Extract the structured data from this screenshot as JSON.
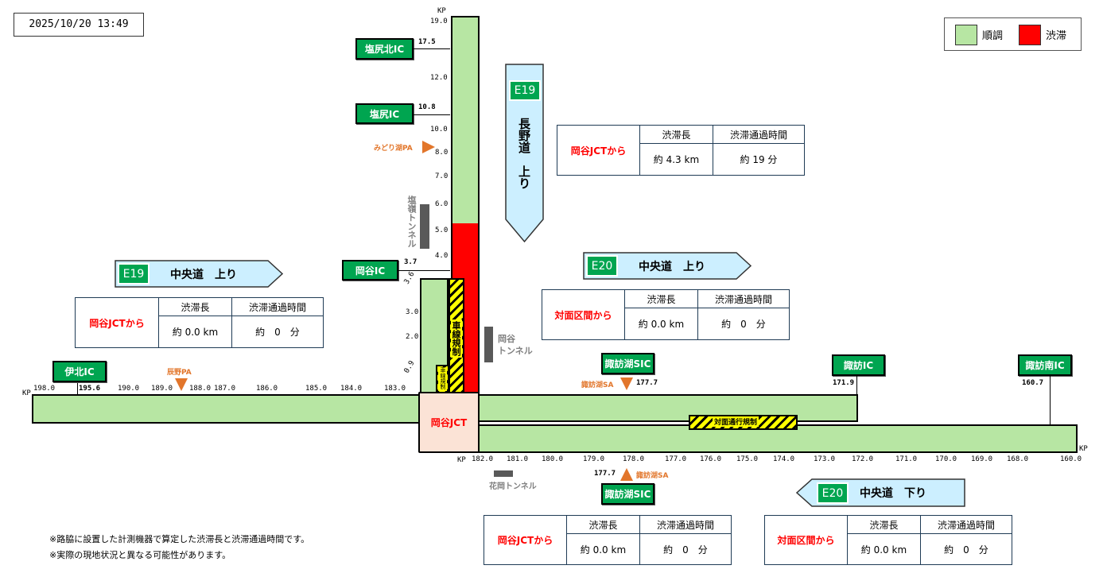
{
  "timestamp": "2025/10/20 13:49",
  "legend": {
    "smooth": "順調",
    "congested": "渋滞",
    "smooth_color": "#b7e6a3",
    "congested_color": "#ff0000"
  },
  "vertical_kp": {
    "kp": "KP",
    "ticks": [
      "19.0",
      "12.0",
      "10.0",
      "8.0",
      "7.0",
      "6.0",
      "5.0",
      "4.0",
      "3.0",
      "2.0"
    ],
    "rot_36": "3.6",
    "rot_09": "0.9"
  },
  "ics_north": [
    {
      "name": "塩尻北IC",
      "kp": "17.5"
    },
    {
      "name": "塩尻IC",
      "kp": "10.8"
    },
    {
      "name": "岡谷IC",
      "kp": "3.7"
    }
  ],
  "midorico_pa": "みどり湖PA",
  "enrei_tunnel": "塩嶺トンネル",
  "okaya_tunnel": [
    "岡谷",
    "トンネル"
  ],
  "lane_restriction": "車線規制",
  "lane_restriction_small": "車線規制",
  "e19_nagano": {
    "badge": "E19",
    "label": "長野道　上り"
  },
  "jct": "岡谷JCT",
  "top_scale": {
    "kp": "KP",
    "ticks": [
      "198.0",
      "195.6",
      "190.0",
      "189.0",
      "188.0",
      "187.0",
      "186.0",
      "185.0",
      "184.0",
      "183.0"
    ]
  },
  "bottom_scale": {
    "kp": "KP",
    "kp_right": "KP",
    "ticks": [
      "182.0",
      "181.0",
      "180.0",
      "179.0",
      "178.0",
      "177.0",
      "176.0",
      "175.0",
      "174.0",
      "173.0",
      "172.0",
      "171.0",
      "170.0",
      "169.0",
      "168.0",
      "160.0"
    ]
  },
  "ikita_ic": "伊北IC",
  "tatsuno_pa": "辰野PA",
  "suwako_sic": "諏訪湖SIC",
  "suwako_sa": "諏訪湖SA",
  "suwako_sa_kp": "177.7",
  "suwa_ic": {
    "name": "諏訪IC",
    "kp": "171.9"
  },
  "suwaminami_ic": {
    "name": "諏訪南IC",
    "kp": "160.7"
  },
  "hanaoka_tunnel": "花岡トンネル",
  "two_way_restriction": "対面通行規制",
  "tables": {
    "header_len": "渋滞長",
    "header_time": "渋滞通過時間",
    "e19_nagano": {
      "from": "岡谷JCTから",
      "len": "約 4.3 km",
      "time": "約 19 分"
    },
    "e20_up": {
      "from": "対面区間から",
      "len": "約 0.0 km",
      "time": "約　0　分"
    },
    "e19_chuo_up": {
      "from": "岡谷JCTから",
      "len": "約 0.0 km",
      "time": "約　0　分"
    },
    "e20_down_jct": {
      "from": "岡谷JCTから",
      "len": "約 0.0 km",
      "time": "約　0　分"
    },
    "e20_down_face": {
      "from": "対面区間から",
      "len": "約 0.0 km",
      "time": "約　0　分"
    }
  },
  "e20_up": {
    "badge": "E20",
    "label": "中央道　上り"
  },
  "e19_chuo_up": {
    "badge": "E19",
    "label": "中央道　上り"
  },
  "e20_down": {
    "badge": "E20",
    "label": "中央道　下り"
  },
  "notes": [
    "※路脇に設置した計測機器で算定した渋滞長と渋滞通過時間です。",
    "※実際の現地状況と異なる可能性があります。"
  ]
}
